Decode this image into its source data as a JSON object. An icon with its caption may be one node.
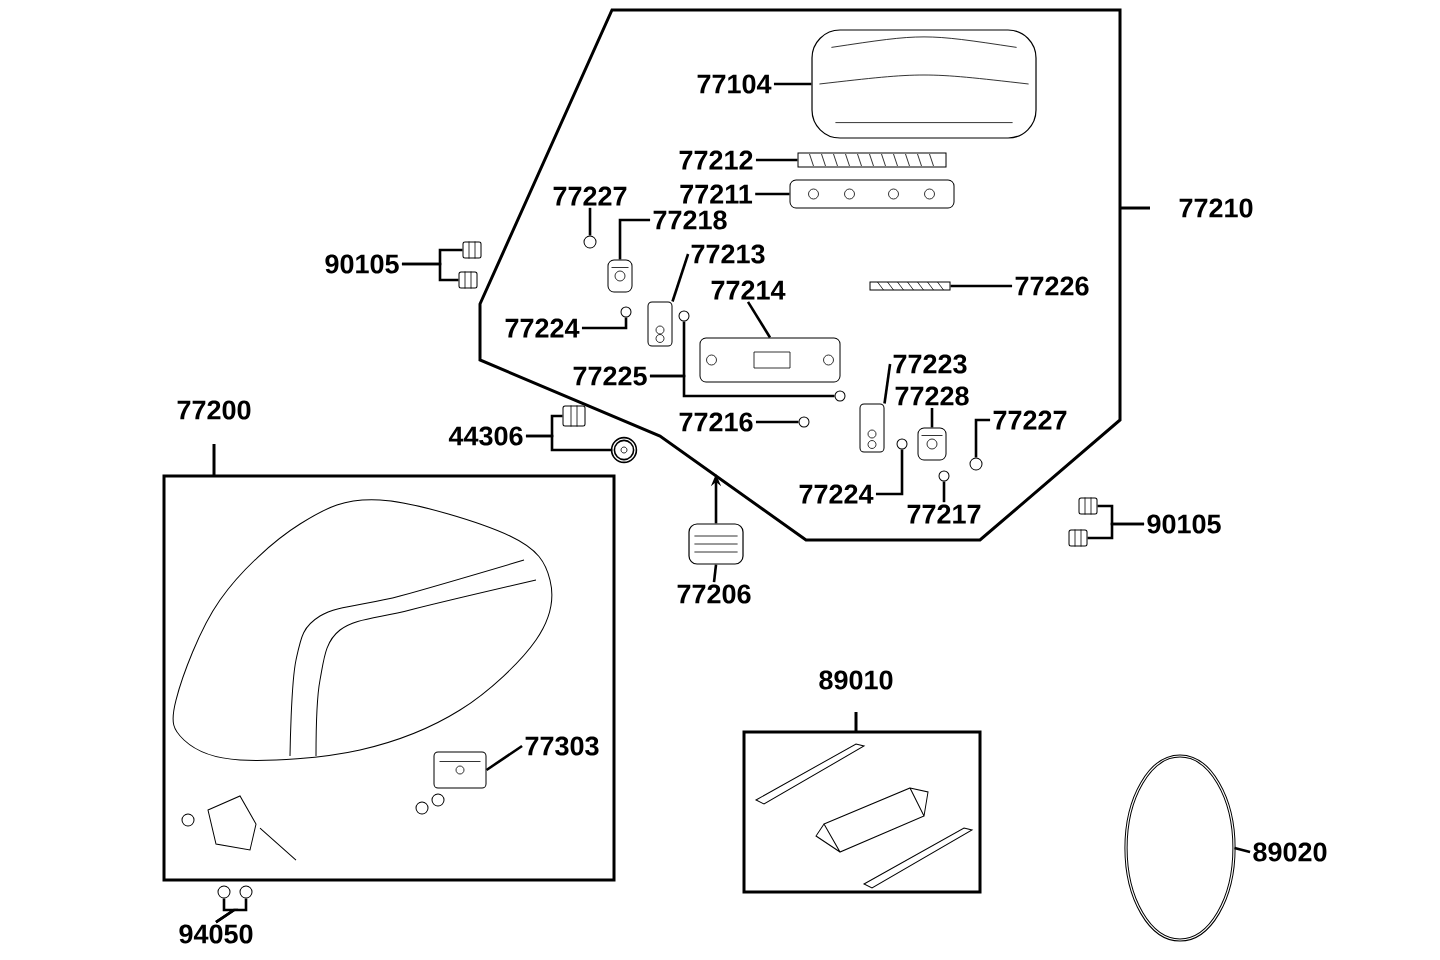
{
  "diagram": {
    "nodes": [
      {
        "text": [
          "77210"
        ]
      },
      {
        "text": [
          "77104"
        ],
        "in": 0
      },
      {
        "text": [
          "77212"
        ],
        "in": 0
      },
      {
        "text": [
          "77211"
        ],
        "in": 0
      },
      {
        "text": [
          "77227"
        ],
        "in": 0
      },
      {
        "text": [
          "77218"
        ],
        "in": 0
      },
      {
        "text": [
          "77213"
        ],
        "in": 0
      },
      {
        "text": [
          "77214"
        ],
        "in": 0
      },
      {
        "text": [
          "77226"
        ],
        "in": 0
      },
      {
        "text": [
          "77224"
        ],
        "in": 0
      },
      {
        "text": [
          "77225"
        ],
        "in": 0
      },
      {
        "text": [
          "77216"
        ],
        "in": 0
      },
      {
        "text": [
          "77223"
        ],
        "in": 0
      },
      {
        "text": [
          "77228"
        ],
        "in": 0
      },
      {
        "text": [
          "77227"
        ],
        "in": 0
      },
      {
        "text": [
          "77224"
        ],
        "in": 0
      },
      {
        "text": [
          "77217"
        ],
        "in": 0
      },
      {
        "text": [
          "90105"
        ]
      },
      {
        "text": [
          "90105"
        ]
      },
      {
        "text": [
          "44306"
        ]
      },
      {
        "text": [
          "77206"
        ]
      },
      {
        "text": [
          "77200"
        ]
      },
      {
        "text": [
          "77303"
        ],
        "in": 21
      },
      {
        "text": [
          "94050"
        ]
      },
      {
        "text": [
          "89010"
        ]
      },
      {
        "text": [
          "89020"
        ]
      },
      {
        "text": [],
        "shape": "picture",
        "in": 0
      },
      {
        "text": [],
        "shape": "picture",
        "in": 0
      },
      {
        "text": [],
        "shape": "picture",
        "in": 0
      },
      {
        "text": [],
        "shape": "picture",
        "in": 0
      },
      {
        "text": [],
        "shape": "picture",
        "in": 0
      },
      {
        "text": [],
        "shape": "picture",
        "in": 0
      },
      {
        "text": [],
        "shape": "picture",
        "in": 0
      },
      {
        "text": [],
        "shape": "picture",
        "in": 0
      },
      {
        "text": [],
        "shape": "picture",
        "in": 0
      },
      {
        "text": [],
        "shape": "picture",
        "in": 0
      },
      {
        "text": [],
        "shape": "picture",
        "in": 0
      },
      {
        "text": [],
        "shape": "picture",
        "in": 0
      },
      {
        "text": [],
        "shape": "picture",
        "in": 0
      },
      {
        "text": [],
        "shape": "picture",
        "in": 0
      },
      {
        "text": [],
        "shape": "picture",
        "in": 0
      },
      {
        "text": [],
        "shape": "picture",
        "in": 0
      },
      {
        "text": [],
        "shape": "picture",
        "in": 0
      },
      {
        "text": [],
        "shape": "picture"
      },
      {
        "text": [],
        "shape": "picture"
      },
      {
        "text": [],
        "shape": "picture"
      },
      {
        "text": [],
        "shape": "picture"
      },
      {
        "text": [],
        "shape": "picture"
      },
      {
        "text": [],
        "shape": "picture"
      },
      {
        "text": [],
        "shape": "picture"
      },
      {
        "text": [],
        "shape": "picture",
        "in": 21
      },
      {
        "text": [],
        "shape": "picture"
      },
      {
        "text": [],
        "shape": "picture"
      },
      {
        "text": [],
        "shape": "ring"
      }
    ],
    "edges": [
      {
        "from": 1,
        "to": 26,
        "arrow": "none"
      },
      {
        "from": 2,
        "to": 27,
        "arrow": "none"
      },
      {
        "from": 3,
        "to": 28,
        "arrow": "none"
      },
      {
        "from": 4,
        "to": 29,
        "arrow": "none"
      },
      {
        "from": 5,
        "to": 30,
        "arrow": "none"
      },
      {
        "from": 6,
        "to": 31,
        "arrow": "none"
      },
      {
        "from": 7,
        "to": 32,
        "arrow": "none"
      },
      {
        "from": 8,
        "to": 33,
        "arrow": "none"
      },
      {
        "from": 9,
        "to": 34,
        "arrow": "none"
      },
      {
        "from": 10,
        "to": 35,
        "arrow": "none"
      },
      {
        "from": 10,
        "to": 36,
        "arrow": "none"
      },
      {
        "from": 11,
        "to": 37,
        "arrow": "none"
      },
      {
        "from": 12,
        "to": 38,
        "arrow": "none"
      },
      {
        "from": 13,
        "to": 39,
        "arrow": "none"
      },
      {
        "from": 14,
        "to": 40,
        "arrow": "none"
      },
      {
        "from": 15,
        "to": 41,
        "arrow": "none"
      },
      {
        "from": 16,
        "to": 42,
        "arrow": "none"
      },
      {
        "from": 17,
        "to": 43,
        "arrow": "none"
      },
      {
        "from": 17,
        "to": 44,
        "arrow": "none"
      },
      {
        "from": 18,
        "to": 45,
        "arrow": "none"
      },
      {
        "from": 18,
        "to": 46,
        "arrow": "none"
      },
      {
        "from": 19,
        "to": 47,
        "arrow": "none"
      },
      {
        "from": 19,
        "to": 48,
        "arrow": "none"
      },
      {
        "from": 20,
        "to": 49,
        "arrow": "none"
      },
      {
        "from": 49,
        "to": 0,
        "arrow": "to"
      },
      {
        "from": 22,
        "to": 50,
        "arrow": "none"
      },
      {
        "from": 23,
        "to": 51,
        "arrow": "none"
      },
      {
        "from": 23,
        "to": 52,
        "arrow": "none"
      },
      {
        "from": 25,
        "to": 53,
        "arrow": "none"
      }
    ]
  }
}
